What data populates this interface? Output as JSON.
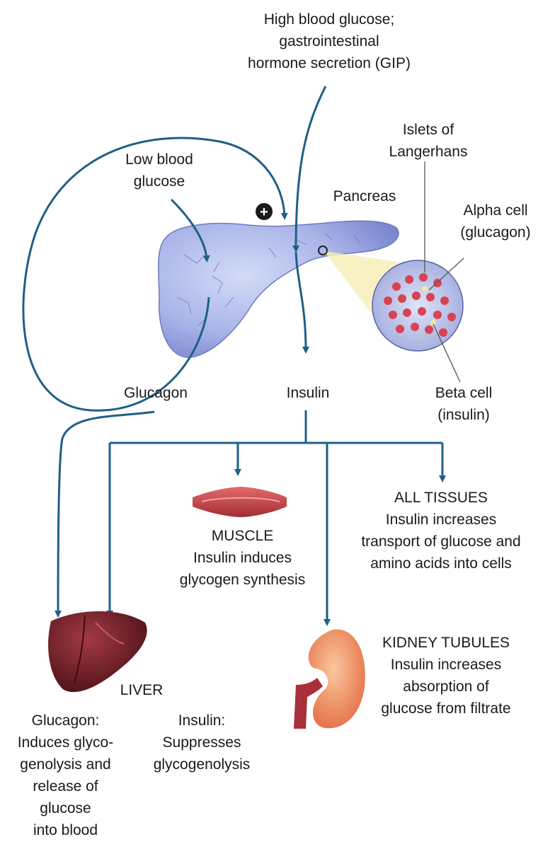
{
  "colors": {
    "arrow": "#1f5f86",
    "pancreas": "#a9b4e8",
    "pancreas_dark": "#7a86cc",
    "muscle": "#c8454a",
    "liver": "#6e1f26",
    "kidney": "#f08a60",
    "cell_red": "#d64455"
  },
  "stimulus": {
    "high": [
      "High blood glucose;",
      "gastrointestinal",
      "hormone secretion (GIP)"
    ],
    "low": [
      "Low blood",
      "glucose"
    ]
  },
  "pancreas": {
    "label": "Pancreas",
    "islets": [
      "Islets of",
      "Langerhans"
    ],
    "alpha": [
      "Alpha cell",
      "(glucagon)"
    ],
    "beta": [
      "Beta cell",
      "(insulin)"
    ],
    "plus_symbol": "+"
  },
  "hormones": {
    "glucagon": "Glucagon",
    "insulin": "Insulin"
  },
  "targets": {
    "muscle": {
      "title": "MUSCLE",
      "lines": [
        "Insulin induces",
        "glycogen synthesis"
      ]
    },
    "all_tissues": {
      "title": "ALL TISSUES",
      "lines": [
        "Insulin increases",
        "transport of glucose and",
        "amino acids into cells"
      ]
    },
    "kidney": {
      "title": "KIDNEY TUBULES",
      "lines": [
        "Insulin increases",
        "absorption of",
        "glucose from filtrate"
      ]
    },
    "liver": {
      "title": "LIVER",
      "glucagon_effect": [
        "Glucagon:",
        "Induces glyco-",
        "genolysis and",
        "release of",
        "glucose",
        "into blood"
      ],
      "insulin_effect": [
        "Insulin:",
        "Suppresses",
        "glycogenolysis"
      ]
    }
  }
}
